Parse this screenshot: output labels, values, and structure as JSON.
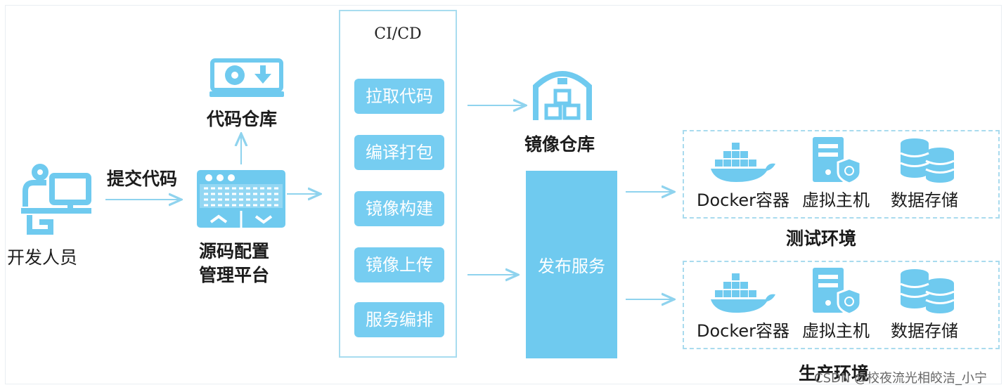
{
  "developer": {
    "label": "开发人员",
    "icon": "developer-icon"
  },
  "submit_code": "提交代码",
  "code_repo": {
    "label": "代码仓库",
    "icon": "code-repository-icon"
  },
  "scm_platform": {
    "label_line1": "源码配置",
    "label_line2": "管理平台",
    "icon": "scm-window-icon"
  },
  "cicd": {
    "title": "CI/CD",
    "steps": [
      "拉取代码",
      "编译打包",
      "镜像构建",
      "镜像上传",
      "服务编排"
    ]
  },
  "image_repo": {
    "label": "镜像仓库",
    "icon": "barn-warehouse-icon"
  },
  "publish_service": "发布服务",
  "environments": [
    {
      "title": "测试环境",
      "items": [
        "Docker容器",
        "虚拟主机",
        "数据存储"
      ]
    },
    {
      "title": "生产环境",
      "items": [
        "Docker容器",
        "虚拟主机",
        "数据存储"
      ]
    }
  ],
  "watermark": "CSDN @校夜流光相皎洁_小宁",
  "colors": {
    "accent": "#6fcaef",
    "arrow": "#8fd3ee",
    "border": "#a8dcef"
  }
}
